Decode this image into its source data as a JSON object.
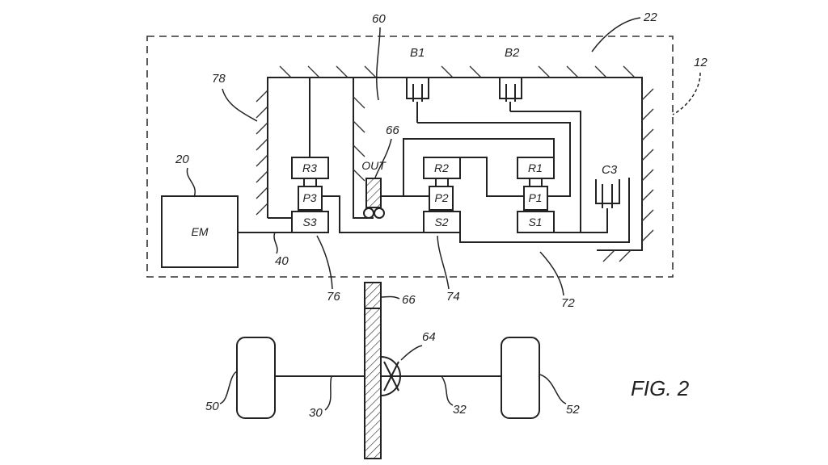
{
  "figure": {
    "title": "FIG. 2",
    "components": {
      "em": "EM",
      "r1": "R1",
      "r2": "R2",
      "r3": "R3",
      "p1": "P1",
      "p2": "P2",
      "p3": "P3",
      "s1": "S1",
      "s2": "S2",
      "s3": "S3",
      "b1": "B1",
      "b2": "B2",
      "c3": "C3",
      "out": "OUT"
    },
    "refs": {
      "r12": "12",
      "r20": "20",
      "r22": "22",
      "r30": "30",
      "r32": "32",
      "r40": "40",
      "r50": "50",
      "r52": "52",
      "r60": "60",
      "r64": "64",
      "r66a": "66",
      "r66b": "66",
      "r72": "72",
      "r74": "74",
      "r76": "76",
      "r78": "78"
    }
  }
}
